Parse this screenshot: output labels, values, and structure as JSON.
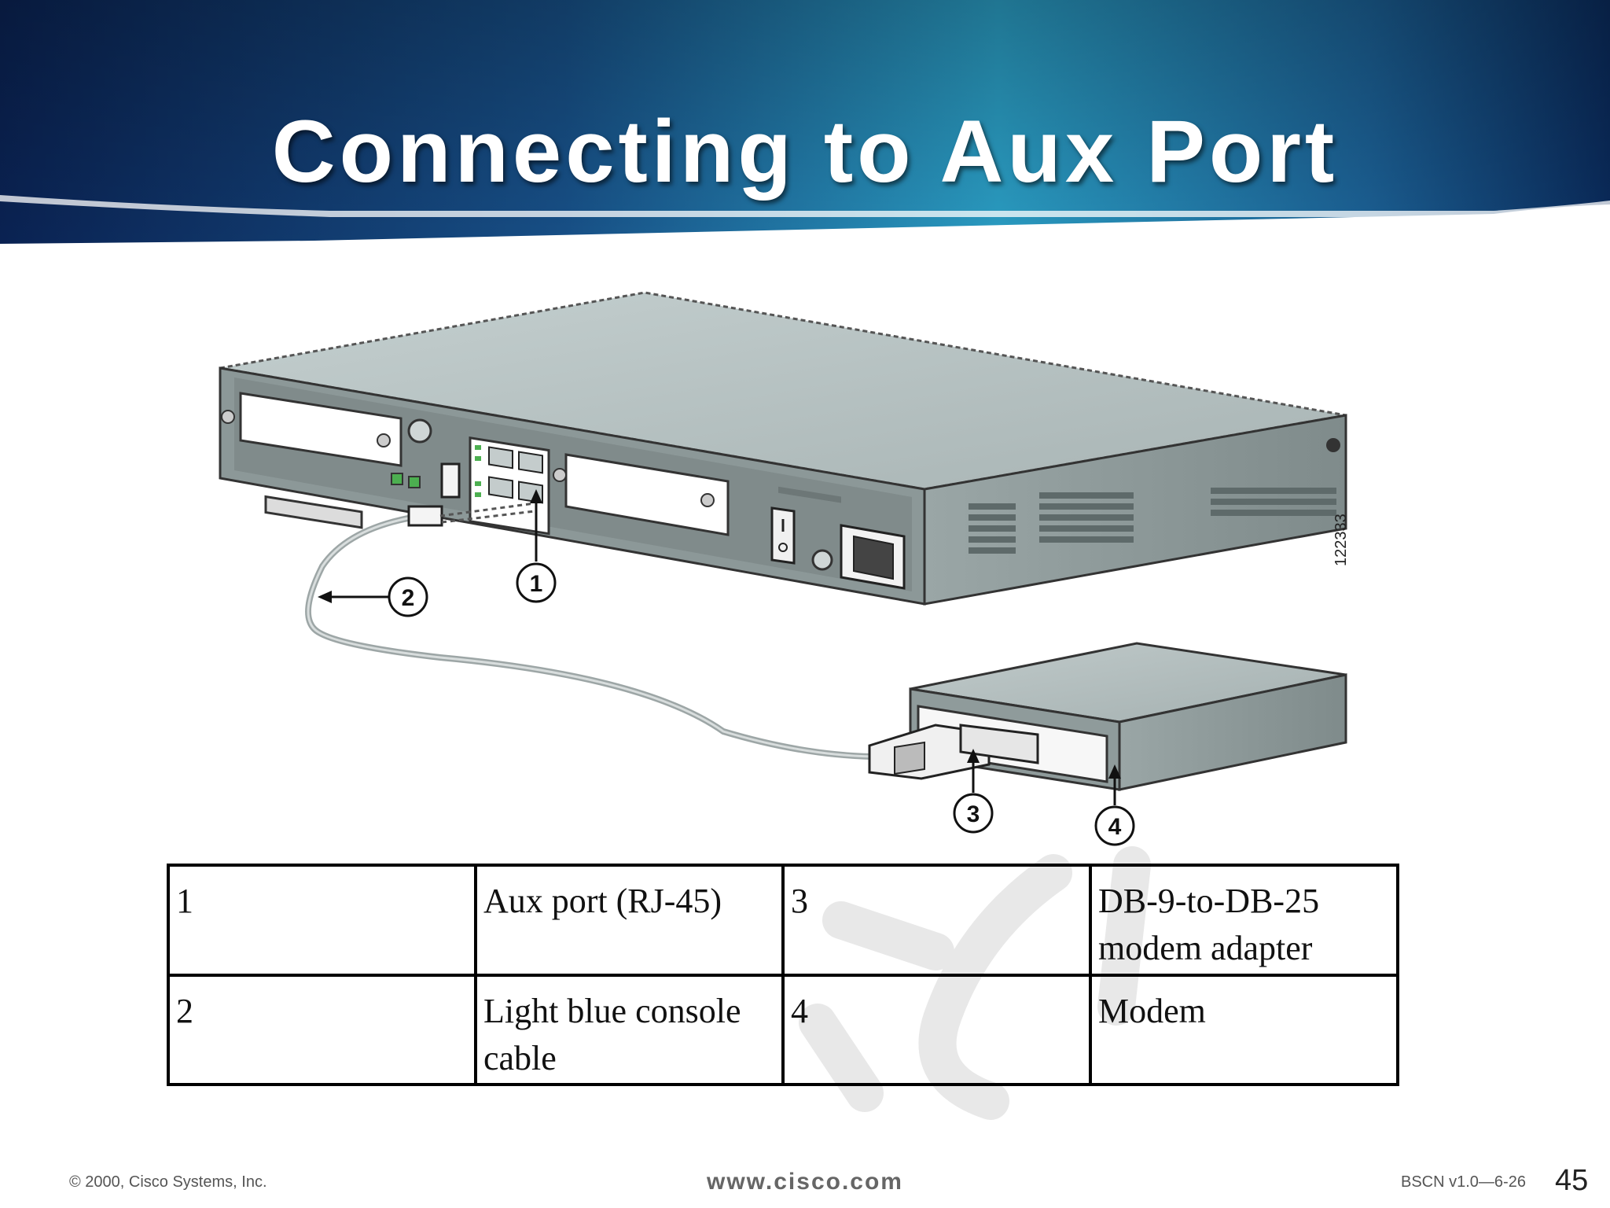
{
  "slide": {
    "title": "Connecting to Aux Port",
    "page_number": "45"
  },
  "diagram": {
    "callouts": [
      "1",
      "2",
      "3",
      "4"
    ],
    "figure_id": "122333"
  },
  "legend": {
    "rows": [
      {
        "num_a": "1",
        "desc_a": "Aux port (RJ-45)",
        "num_b": "3",
        "desc_b": "DB-9-to-DB-25 modem adapter"
      },
      {
        "num_a": "2",
        "desc_a": "Light blue console cable",
        "num_b": "4",
        "desc_b": "Modem"
      }
    ]
  },
  "footer": {
    "copyright": "© 2000, Cisco Systems, Inc.",
    "url": "www.cisco.com",
    "course": "BSCN v1.0—6-26"
  },
  "colors": {
    "banner_dark": "#0c2a5c",
    "banner_light": "#2f9fc4",
    "device_top": "#b8c4c4",
    "device_front": "#94a0a0"
  }
}
